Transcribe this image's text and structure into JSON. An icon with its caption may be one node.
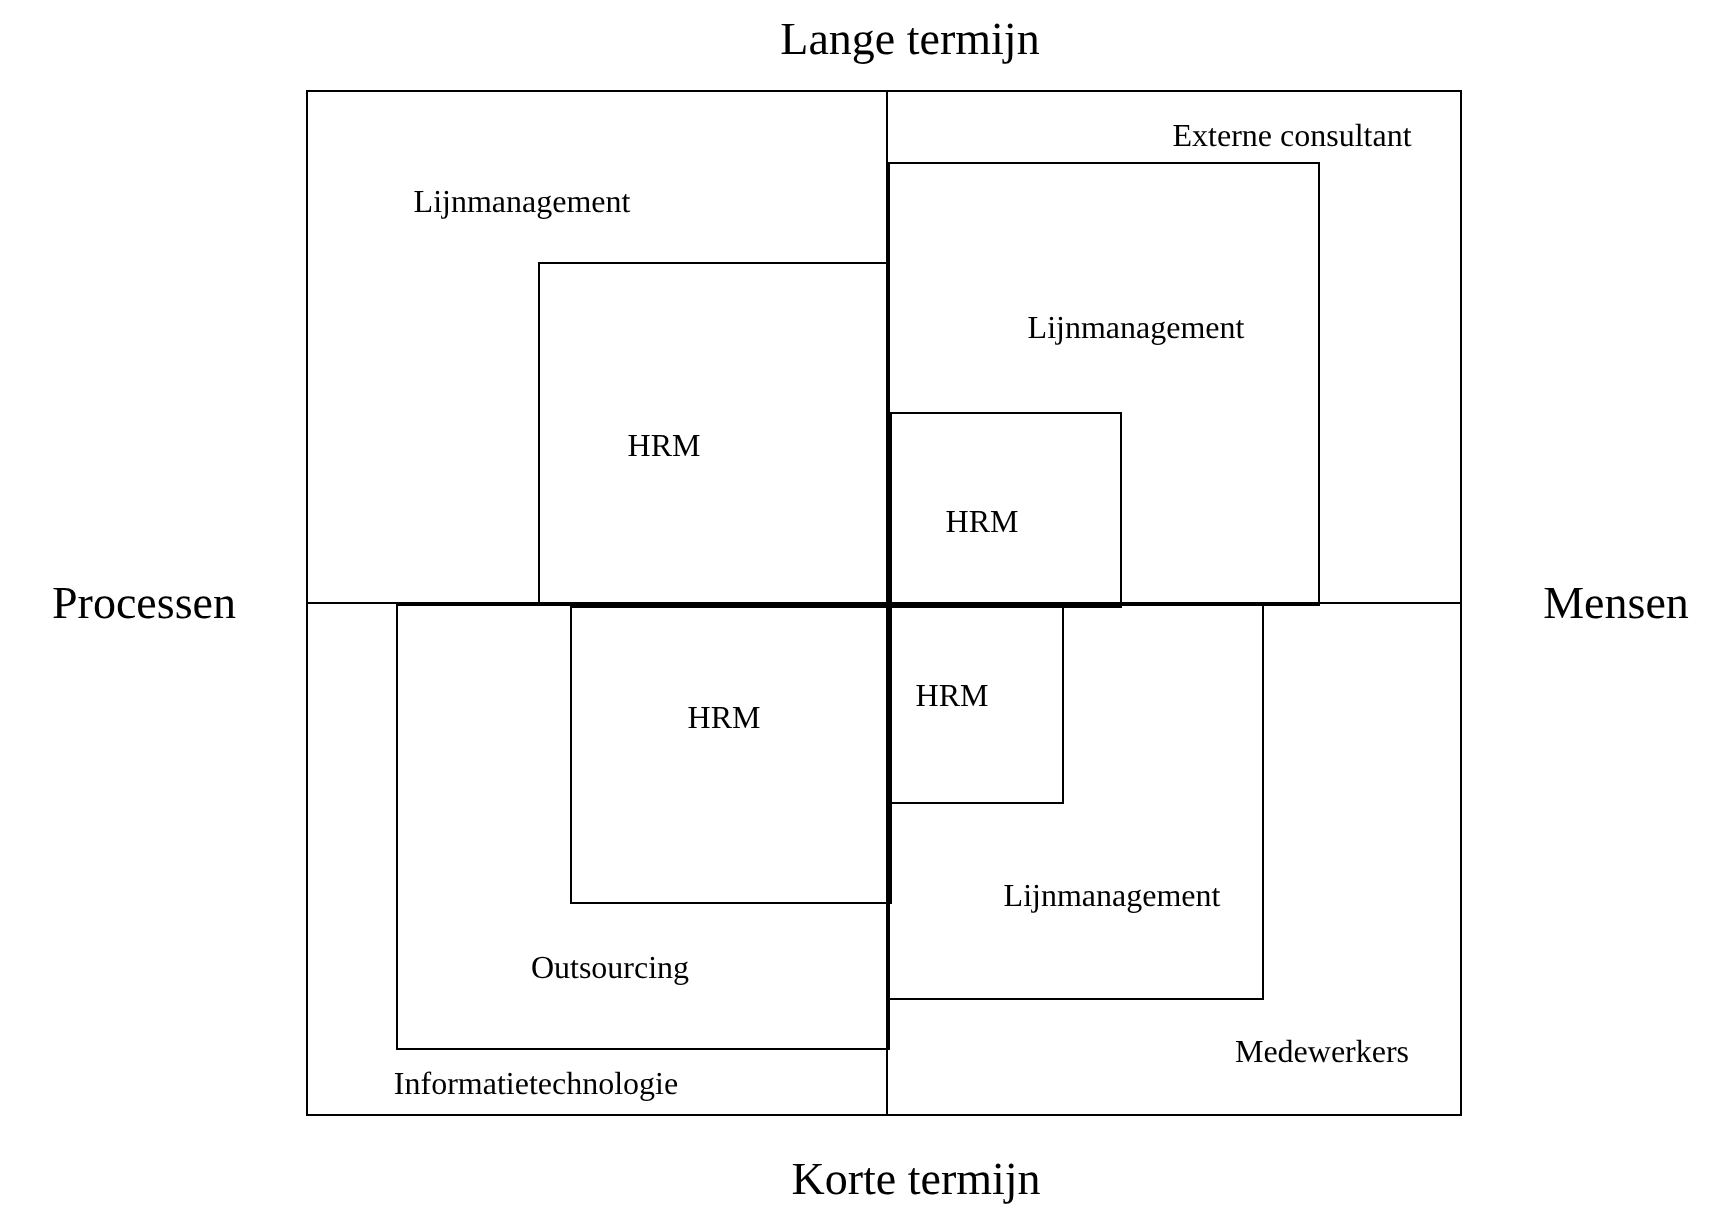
{
  "diagram": {
    "nodes": [
      {
        "text": [
          "Lijnmanagement"
        ]
      },
      {
        "text": [
          "HRM"
        ],
        "in": 0
      },
      {
        "text": [
          "Externe consultant"
        ]
      },
      {
        "text": [
          "Lijnmanagement"
        ],
        "in": 2
      },
      {
        "text": [
          "HRM"
        ],
        "in": 3
      },
      {
        "text": [
          "Informatietechnologie"
        ]
      },
      {
        "text": [
          "Outsourcing"
        ],
        "in": 5
      },
      {
        "text": [
          "HRM"
        ],
        "in": 6
      },
      {
        "text": [
          "Medewerkers"
        ]
      },
      {
        "text": [
          "Lijnmanagement"
        ],
        "in": 8
      },
      {
        "text": [
          "HRM"
        ],
        "in": 9
      }
    ],
    "edges": [],
    "labels": [
      "Lange termijn",
      "Processen",
      "Mensen",
      "Korte termijn"
    ]
  }
}
